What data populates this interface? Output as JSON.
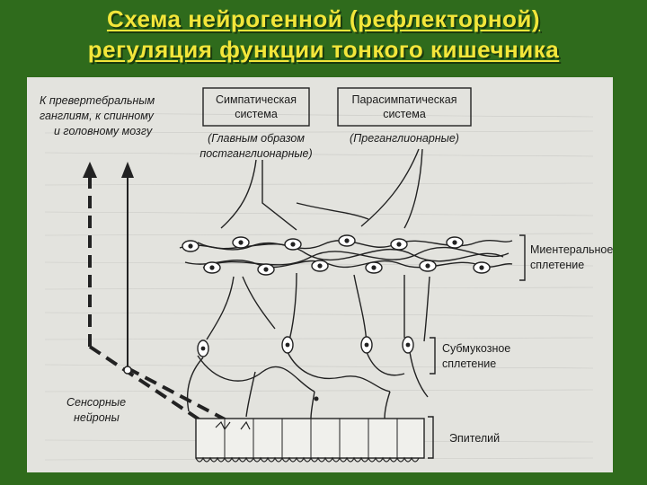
{
  "title": {
    "line1": "Схема нейрогенной (рефлекторной)",
    "line2": "регуляция функции тонкого кишечника"
  },
  "diagram": {
    "ganglia_label": [
      "К превертебральным",
      "ганглиям, к спинному",
      "и головному мозгу"
    ],
    "sympathetic_box": [
      "Симпатическая",
      "система"
    ],
    "sympathetic_note": [
      "(Главным образом",
      "постганглионарные)"
    ],
    "parasympathetic_box": [
      "Парасимпатическая",
      "система"
    ],
    "parasympathetic_note": "(Преганглионарные)",
    "myenteric_label": [
      "Миентеральное",
      "сплетение"
    ],
    "submucosal_label": [
      "Субмукозное",
      "сплетение"
    ],
    "sensory_label": [
      "Сенсорные",
      "нейроны"
    ],
    "epithelium_label": "Эпителий"
  }
}
